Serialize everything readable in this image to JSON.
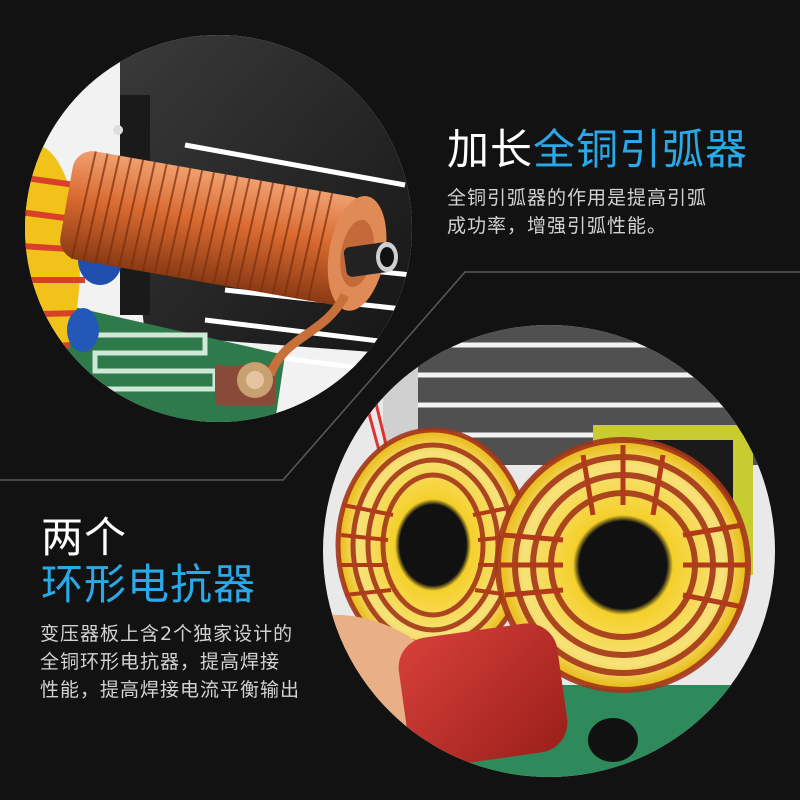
{
  "colors": {
    "background": "#121212",
    "accent": "#2aa9e9",
    "title_white": "#ffffff",
    "body_text": "#d2d2d2",
    "divider": "#5a5a5a"
  },
  "section_top": {
    "title_white": "加长",
    "title_accent": "全铜引弧器",
    "description_lines": [
      "全铜引弧器的作用是提高引弧",
      "成功率，增强引弧性能。"
    ],
    "image": "copper-arc-starter-coil-photo"
  },
  "section_bottom": {
    "title_line1": "两个",
    "title_line2": "环形电抗器",
    "description_lines": [
      "变压器板上含2个独家设计的",
      "全铜环形电抗器，提高焊接",
      "性能，提高焊接电流平衡输出"
    ],
    "image": "toroidal-reactor-coils-photo"
  }
}
